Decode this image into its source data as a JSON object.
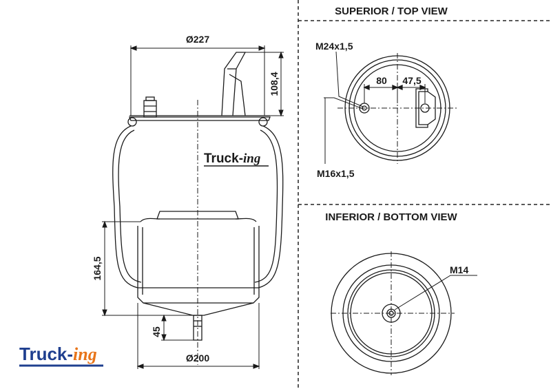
{
  "views": {
    "top": {
      "title": "SUPERIOR / TOP VIEW",
      "thread_top": "M24x1,5",
      "thread_bottom": "M16x1,5",
      "dim_a": "80",
      "dim_b": "47,5"
    },
    "bottom": {
      "title": "INFERIOR / BOTTOM VIEW",
      "thread": "M14"
    }
  },
  "side": {
    "dim_top_diameter": "Ø227",
    "dim_top_height": "108,4",
    "dim_piston_height": "164,5",
    "dim_stud_length": "45",
    "dim_bottom_diameter": "Ø200"
  },
  "brand": {
    "logo_word": "Truck-",
    "logo_suffix": "ing",
    "colors": {
      "blue": "#1f3f8f",
      "orange": "#e8751a"
    }
  }
}
